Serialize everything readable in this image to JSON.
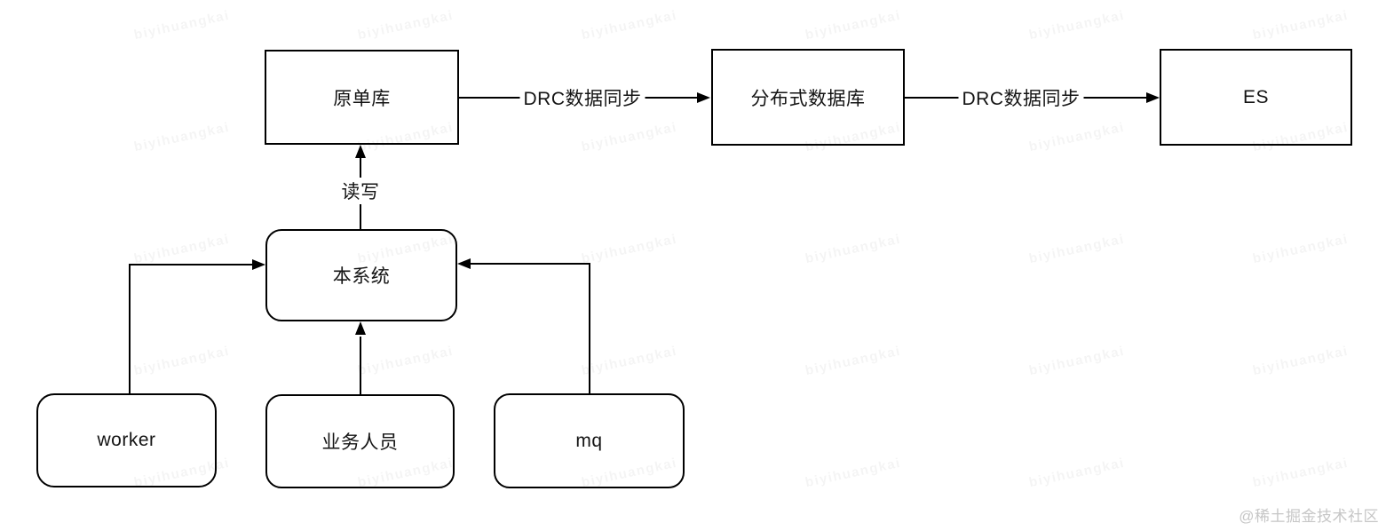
{
  "diagram": {
    "nodes": [
      {
        "id": "origin-db",
        "label": "原单库"
      },
      {
        "id": "distributed-db",
        "label": "分布式数据库"
      },
      {
        "id": "es",
        "label": "ES"
      },
      {
        "id": "this-system",
        "label": "本系统"
      },
      {
        "id": "worker",
        "label": "worker"
      },
      {
        "id": "business-staff",
        "label": "业务人员"
      },
      {
        "id": "mq",
        "label": "mq"
      }
    ],
    "edge_labels": {
      "drc_sync_1": "DRC数据同步",
      "drc_sync_2": "DRC数据同步",
      "read_write": "读写"
    },
    "edges": [
      {
        "from": "origin-db",
        "to": "distributed-db",
        "label": "DRC数据同步"
      },
      {
        "from": "distributed-db",
        "to": "es",
        "label": "DRC数据同步"
      },
      {
        "from": "this-system",
        "to": "origin-db",
        "label": "读写"
      },
      {
        "from": "worker",
        "to": "this-system",
        "label": ""
      },
      {
        "from": "business-staff",
        "to": "this-system",
        "label": ""
      },
      {
        "from": "mq",
        "to": "this-system",
        "label": ""
      }
    ]
  },
  "watermark": {
    "text": "biyihuangkai"
  },
  "footer": {
    "credit": "@稀土掘金技术社区"
  },
  "colors": {
    "stroke": "#000000",
    "background": "#ffffff",
    "credit": "#c6c6c6"
  }
}
